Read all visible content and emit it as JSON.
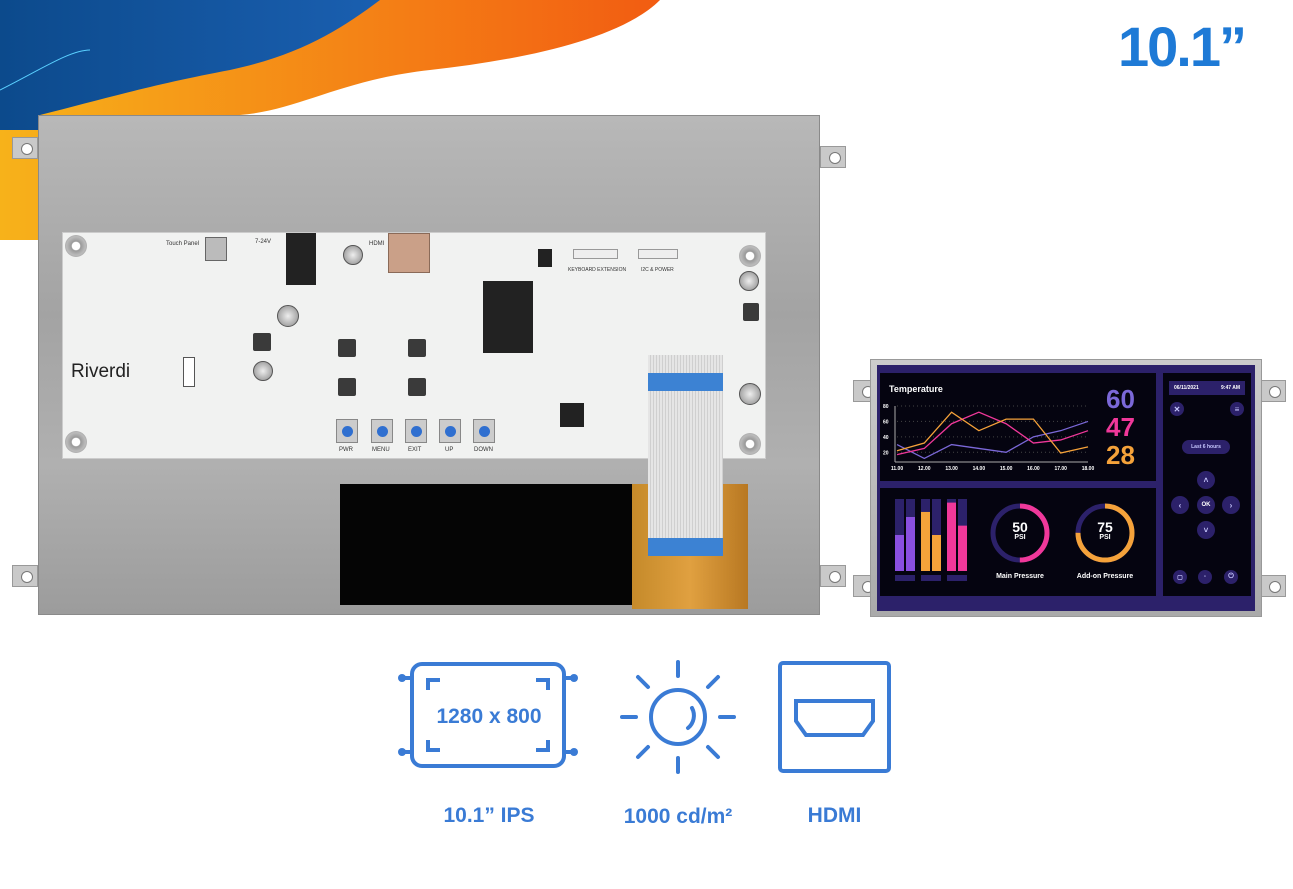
{
  "header": {
    "size_title": "10.1”"
  },
  "board": {
    "touch_label": "Touch Panel",
    "voltage_label": "7-24V",
    "hdmi_label": "HDMI",
    "keyboard_label": "KEYBOARD EXTENSION",
    "i2c_label": "I2C & POWER",
    "logo": "Riverdi",
    "buttons": [
      "PWR",
      "MENU",
      "EXIT",
      "UP",
      "DOWN"
    ]
  },
  "screen": {
    "chart_title": "Temperature",
    "y_ticks": [
      "80",
      "60",
      "40",
      "20"
    ],
    "x_ticks": [
      "11.00",
      "12.00",
      "13.00",
      "14.00",
      "15.00",
      "16.00",
      "17.00",
      "18.00"
    ],
    "series": [
      {
        "name": "purple",
        "color": "#7b68d8",
        "values": [
          30,
          12,
          30,
          25,
          20,
          40,
          48,
          60
        ]
      },
      {
        "name": "pink",
        "color": "#f0389a",
        "values": [
          17,
          25,
          57,
          72,
          57,
          32,
          36,
          48
        ]
      },
      {
        "name": "orange",
        "color": "#f5a23a",
        "values": [
          22,
          32,
          72,
          48,
          63,
          63,
          19,
          27
        ]
      }
    ],
    "readouts": [
      {
        "value": "60",
        "color": "#7b68d8"
      },
      {
        "value": "47",
        "color": "#f0389a"
      },
      {
        "value": "28",
        "color": "#f5a23a"
      }
    ],
    "bars": [
      {
        "color": "#8a4fe0",
        "fills": [
          0.5,
          0.75
        ]
      },
      {
        "color": "#f5a23a",
        "fills": [
          0.82,
          0.5
        ]
      },
      {
        "color": "#f0389a",
        "fills": [
          0.95,
          0.63
        ]
      }
    ],
    "gauges": [
      {
        "value": "50",
        "unit": "PSI",
        "label": "Main Pressure",
        "fraction": 0.5
      },
      {
        "value": "75",
        "unit": "PSI",
        "label": "Add-on Pressure",
        "fraction": 0.75
      }
    ],
    "date": "06/11/2021",
    "time": "9:47 AM",
    "range_button": "Last 6 hours",
    "ok": "OK"
  },
  "features": [
    {
      "icon": "resolution-icon",
      "text": "1280 x 800",
      "label": "10.1” IPS"
    },
    {
      "icon": "sun-icon",
      "label": "1000 cd/m²"
    },
    {
      "icon": "hdmi-icon",
      "label": "HDMI"
    }
  ],
  "colors": {
    "accent": "#1e7ad6",
    "icon": "#3a7bd5",
    "screen_bg": "#2c216a"
  }
}
